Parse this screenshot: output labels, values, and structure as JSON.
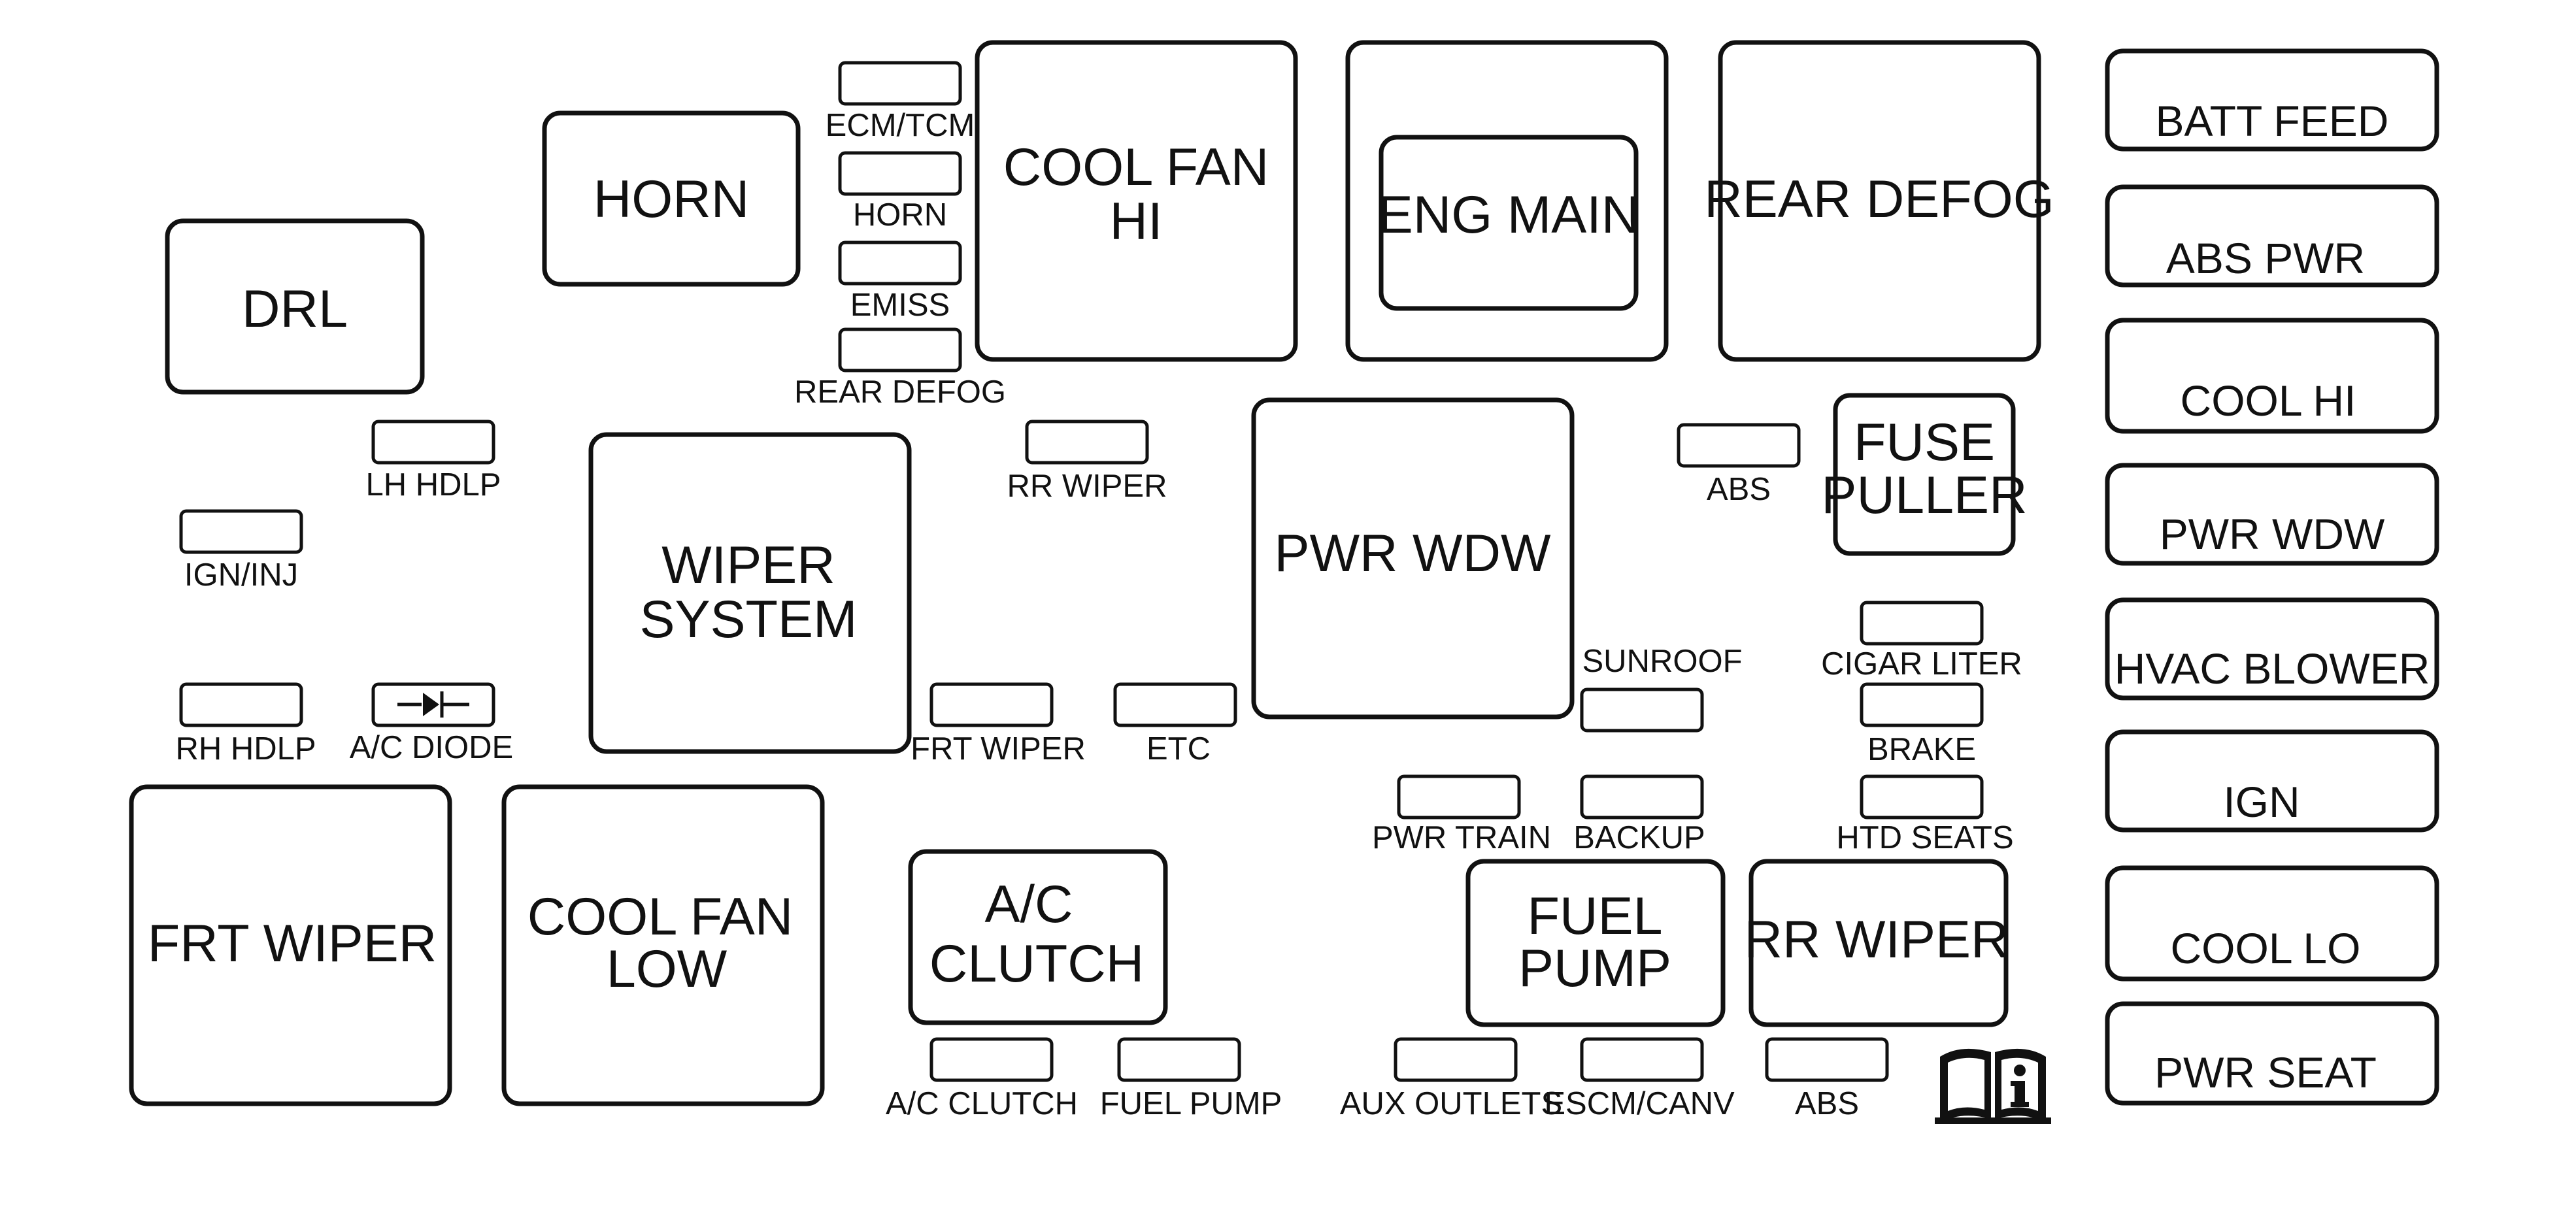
{
  "relays": {
    "drl": "DRL",
    "horn": "HORN",
    "cool_fan_hi": [
      "COOL FAN",
      "HI"
    ],
    "eng_main": "ENG MAIN",
    "rear_defog": "REAR DEFOG",
    "wiper_system": [
      "WIPER",
      "SYSTEM"
    ],
    "pwr_wdw": "PWR WDW",
    "fuse_puller": [
      "FUSE",
      "PULLER"
    ],
    "frt_wiper": "FRT WIPER",
    "cool_fan_low": [
      "COOL FAN",
      "LOW"
    ],
    "ac_clutch": [
      "A/C",
      "CLUTCH"
    ],
    "fuel_pump": [
      "FUEL",
      "PUMP"
    ],
    "rr_wiper": "RR WIPER"
  },
  "fuses": {
    "ecm_tcm": "ECM/TCM",
    "horn": "HORN",
    "emiss": "EMISS",
    "rear_defog": "REAR DEFOG",
    "lh_hdlp": "LH HDLP",
    "ign_inj": "IGN/INJ",
    "rr_wiper": "RR WIPER",
    "abs_top": "ABS",
    "rh_hdlp": "RH HDLP",
    "ac_diode": "A/C DIODE",
    "frt_wiper": "FRT WIPER",
    "etc": "ETC",
    "sunroof": "SUNROOF",
    "cigar_liter": "CIGAR LITER",
    "brake": "BRAKE",
    "pwr_train": "PWR TRAIN",
    "backup": "BACKUP",
    "htd_seats": "HTD SEATS",
    "ac_clutch": "A/C CLUTCH",
    "fuel_pump": "FUEL PUMP",
    "aux_outlets": "AUX OUTLETS",
    "escm_canv": "ESCM/CANV",
    "abs_bottom": "ABS"
  },
  "maxi_fuses": [
    "BATT FEED",
    "ABS PWR",
    "COOL HI",
    "PWR WDW",
    "HVAC BLOWER",
    "IGN",
    "COOL LO",
    "PWR SEAT"
  ],
  "icons": {
    "manual": "owner-manual-info-icon"
  }
}
